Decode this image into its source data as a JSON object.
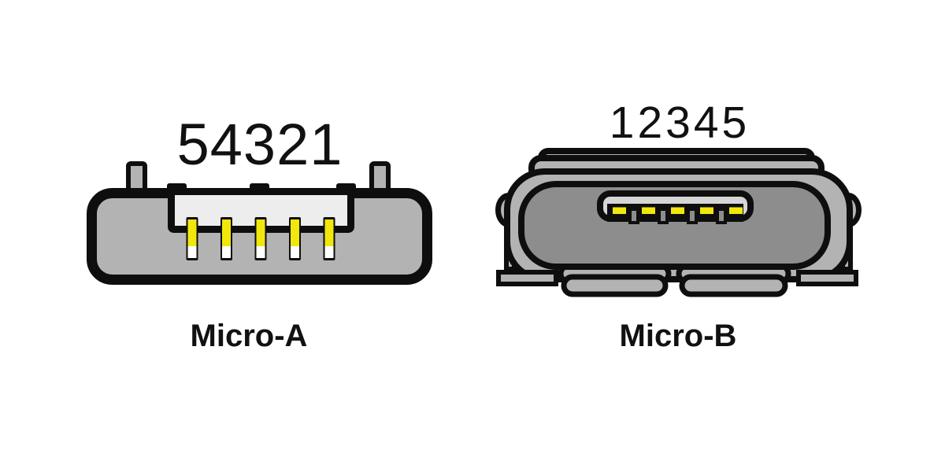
{
  "colors": {
    "background": "#ffffff",
    "outline_black": "#0e0e0e",
    "shell_gray": "#b3b3b3",
    "dark_gray": "#8d8d8d",
    "tongue_a": "#ededed",
    "tongue_b": "#d6d6d6",
    "pin_yellow": "#f2e70d",
    "pin_tip_white": "#ffffff",
    "text_black": "#111111"
  },
  "connectors": {
    "micro_a": {
      "name": "Micro-A",
      "pin_numbers": "54321",
      "pin_count": 5
    },
    "micro_b": {
      "name": "Micro-B",
      "pin_numbers": "12345",
      "pin_count": 5
    }
  }
}
